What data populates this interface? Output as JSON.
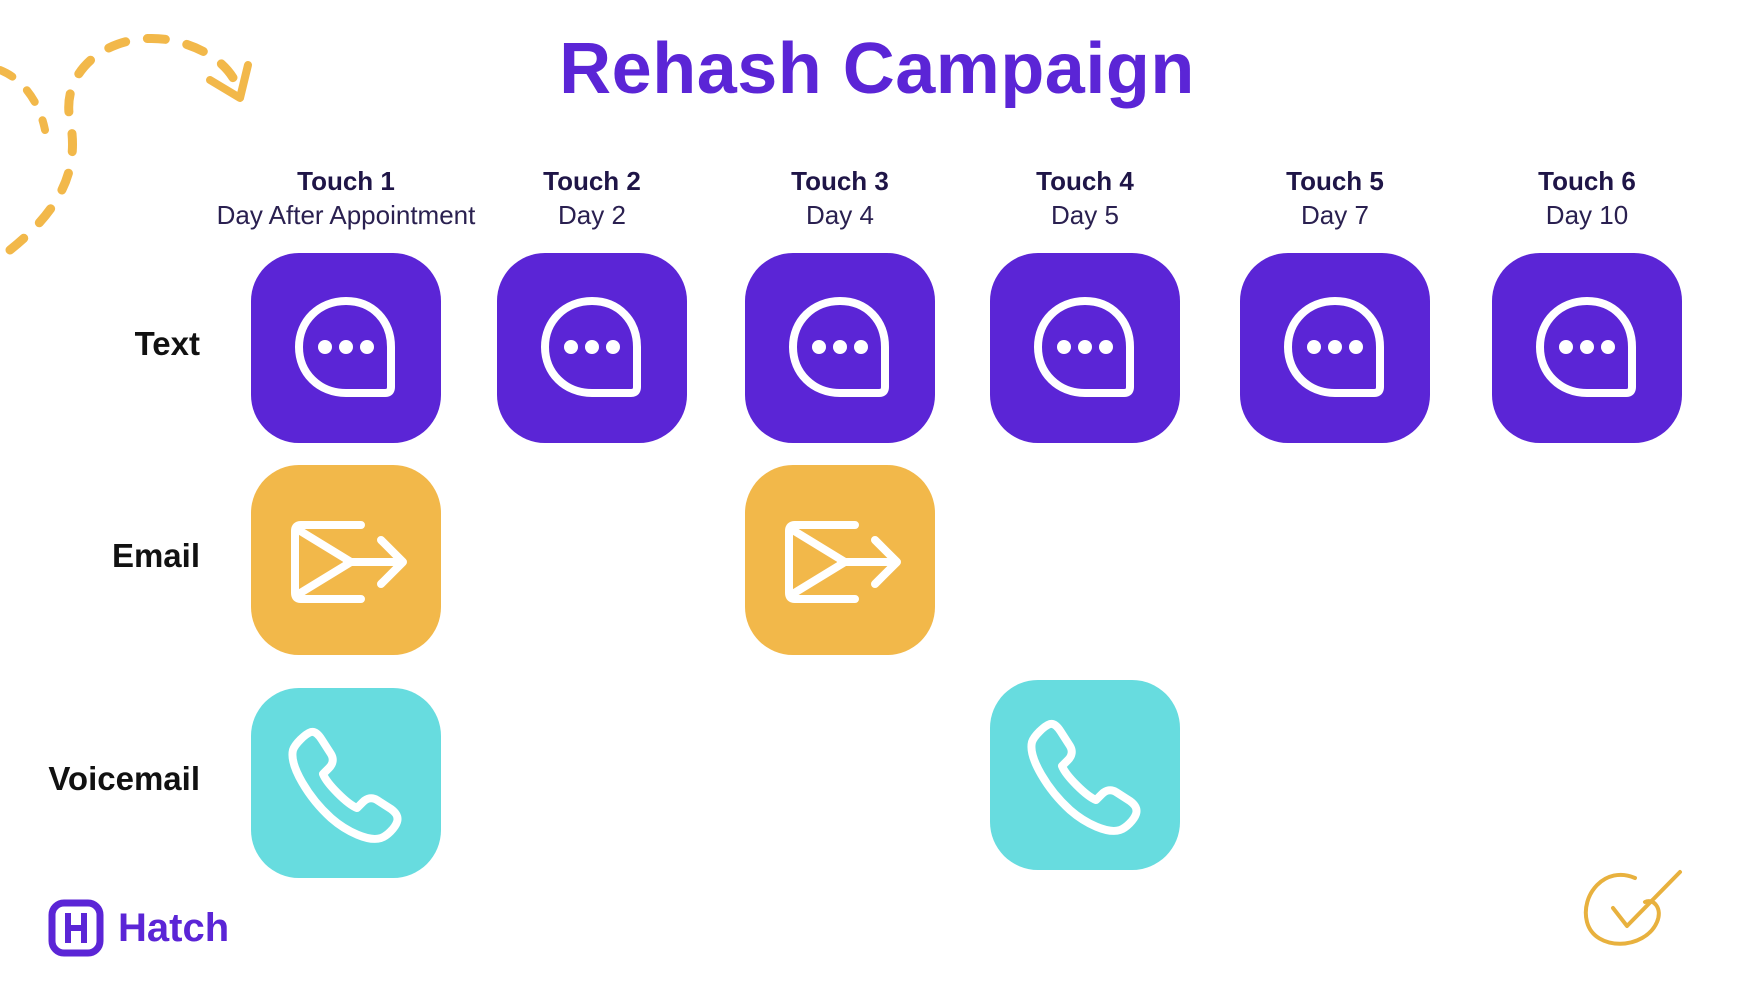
{
  "title": "Rehash Campaign",
  "touches": [
    {
      "name": "Touch 1",
      "day": "Day After Appointment"
    },
    {
      "name": "Touch 2",
      "day": "Day 2"
    },
    {
      "name": "Touch 3",
      "day": "Day 4"
    },
    {
      "name": "Touch 4",
      "day": "Day 5"
    },
    {
      "name": "Touch 5",
      "day": "Day 7"
    },
    {
      "name": "Touch 6",
      "day": "Day 10"
    }
  ],
  "rows": [
    {
      "label": "Text",
      "icon": "chat-bubble-icon",
      "color": "#5b25d6",
      "touches": [
        1,
        2,
        3,
        4,
        5,
        6
      ]
    },
    {
      "label": "Email",
      "icon": "email-send-icon",
      "color": "#f2b84a",
      "touches": [
        1,
        3
      ]
    },
    {
      "label": "Voicemail",
      "icon": "phone-icon",
      "color": "#67dcdf",
      "touches": [
        1,
        4
      ]
    }
  ],
  "brand": {
    "name": "Hatch",
    "color": "#5b25d6"
  },
  "colors": {
    "title": "#5b25d6",
    "accent_deco": "#f2b84a"
  }
}
